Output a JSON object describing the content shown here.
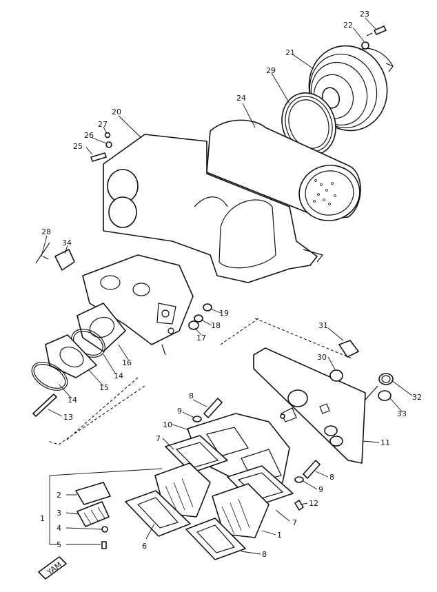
{
  "callouts": [
    {
      "id": "c23",
      "text": "23"
    },
    {
      "id": "c22",
      "text": "22"
    },
    {
      "id": "c21",
      "text": "21"
    },
    {
      "id": "c29",
      "text": "29"
    },
    {
      "id": "c24",
      "text": "24"
    },
    {
      "id": "c20",
      "text": "20"
    },
    {
      "id": "c27",
      "text": "27"
    },
    {
      "id": "c26",
      "text": "26"
    },
    {
      "id": "c25",
      "text": "25"
    },
    {
      "id": "c28",
      "text": "28"
    },
    {
      "id": "c34",
      "text": "34"
    },
    {
      "id": "c19",
      "text": "19"
    },
    {
      "id": "c18",
      "text": "18"
    },
    {
      "id": "c17",
      "text": "17"
    },
    {
      "id": "c16",
      "text": "16"
    },
    {
      "id": "c14a",
      "text": "14"
    },
    {
      "id": "c15",
      "text": "15"
    },
    {
      "id": "c14b",
      "text": "14"
    },
    {
      "id": "c13",
      "text": "13"
    },
    {
      "id": "c31",
      "text": "31"
    },
    {
      "id": "c30",
      "text": "30"
    },
    {
      "id": "c32",
      "text": "32"
    },
    {
      "id": "c33",
      "text": "33"
    },
    {
      "id": "c11",
      "text": "11"
    },
    {
      "id": "c8a",
      "text": "8"
    },
    {
      "id": "c9a",
      "text": "9"
    },
    {
      "id": "c10",
      "text": "10"
    },
    {
      "id": "c7a",
      "text": "7"
    },
    {
      "id": "c8b",
      "text": "8"
    },
    {
      "id": "c9b",
      "text": "9"
    },
    {
      "id": "c12",
      "text": "12"
    },
    {
      "id": "c7b",
      "text": "7"
    },
    {
      "id": "c1a",
      "text": "1"
    },
    {
      "id": "c8c",
      "text": "8"
    },
    {
      "id": "c6",
      "text": "6"
    },
    {
      "id": "c2",
      "text": "2"
    },
    {
      "id": "c3",
      "text": "3"
    },
    {
      "id": "c4",
      "text": "4"
    },
    {
      "id": "c1b",
      "text": "1"
    },
    {
      "id": "c5",
      "text": "5"
    }
  ],
  "logo_text": "YAM"
}
